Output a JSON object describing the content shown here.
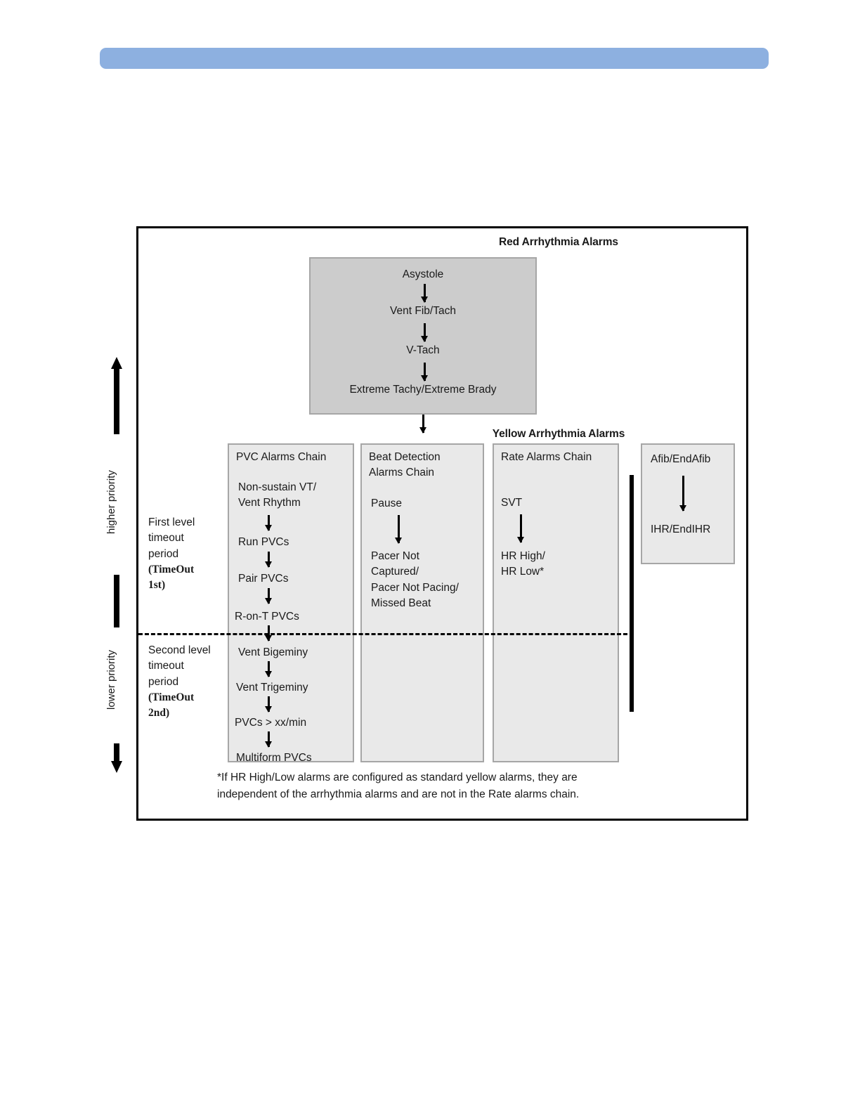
{
  "banner": {
    "name": "top-banner",
    "color": "#8db0e0"
  },
  "diagram": {
    "red_section": {
      "heading": "Red Arrhythmia Alarms",
      "fill": "#cccccc",
      "chain": [
        "Asystole",
        "Vent Fib/Tach",
        "V-Tach",
        "Extreme Tachy/Extreme Brady"
      ]
    },
    "yellow_section": {
      "heading": "Yellow Arrhythmia Alarms",
      "fill": "#e9e9e9",
      "columns": [
        {
          "title": "PVC Alarms Chain",
          "chain": [
            "Non-sustain VT/\nVent Rhythm",
            "Run PVCs",
            "Pair PVCs",
            "R-on-T PVCs",
            "Vent Bigeminy",
            "Vent Trigeminy",
            "PVCs > xx/min",
            "Multiform PVCs"
          ]
        },
        {
          "title": "Beat Detection\nAlarms Chain",
          "chain": [
            "Pause",
            "Pacer Not\nCaptured/\nPacer Not Pacing/\nMissed Beat"
          ]
        },
        {
          "title": "Rate Alarms Chain",
          "chain": [
            "SVT",
            "HR High/\nHR Low*"
          ]
        }
      ],
      "afib_box": {
        "chain": [
          "Afib/EndAfib",
          "IHR/EndIHR"
        ]
      }
    },
    "timeouts": {
      "first": {
        "line1": "First level",
        "line2": "timeout",
        "line3": "period",
        "bold1": "(TimeOut",
        "bold2": "1st)"
      },
      "second": {
        "line1": "Second level",
        "line2": "timeout",
        "line3": "period",
        "bold1": "(TimeOut",
        "bold2": "2nd)"
      }
    },
    "priority": {
      "higher": "higher priority",
      "lower": "lower priority"
    },
    "footnote": "*If HR High/Low alarms are configured as standard yellow alarms, they are independent of the arrhythmia alarms and are not in the Rate alarms chain."
  }
}
